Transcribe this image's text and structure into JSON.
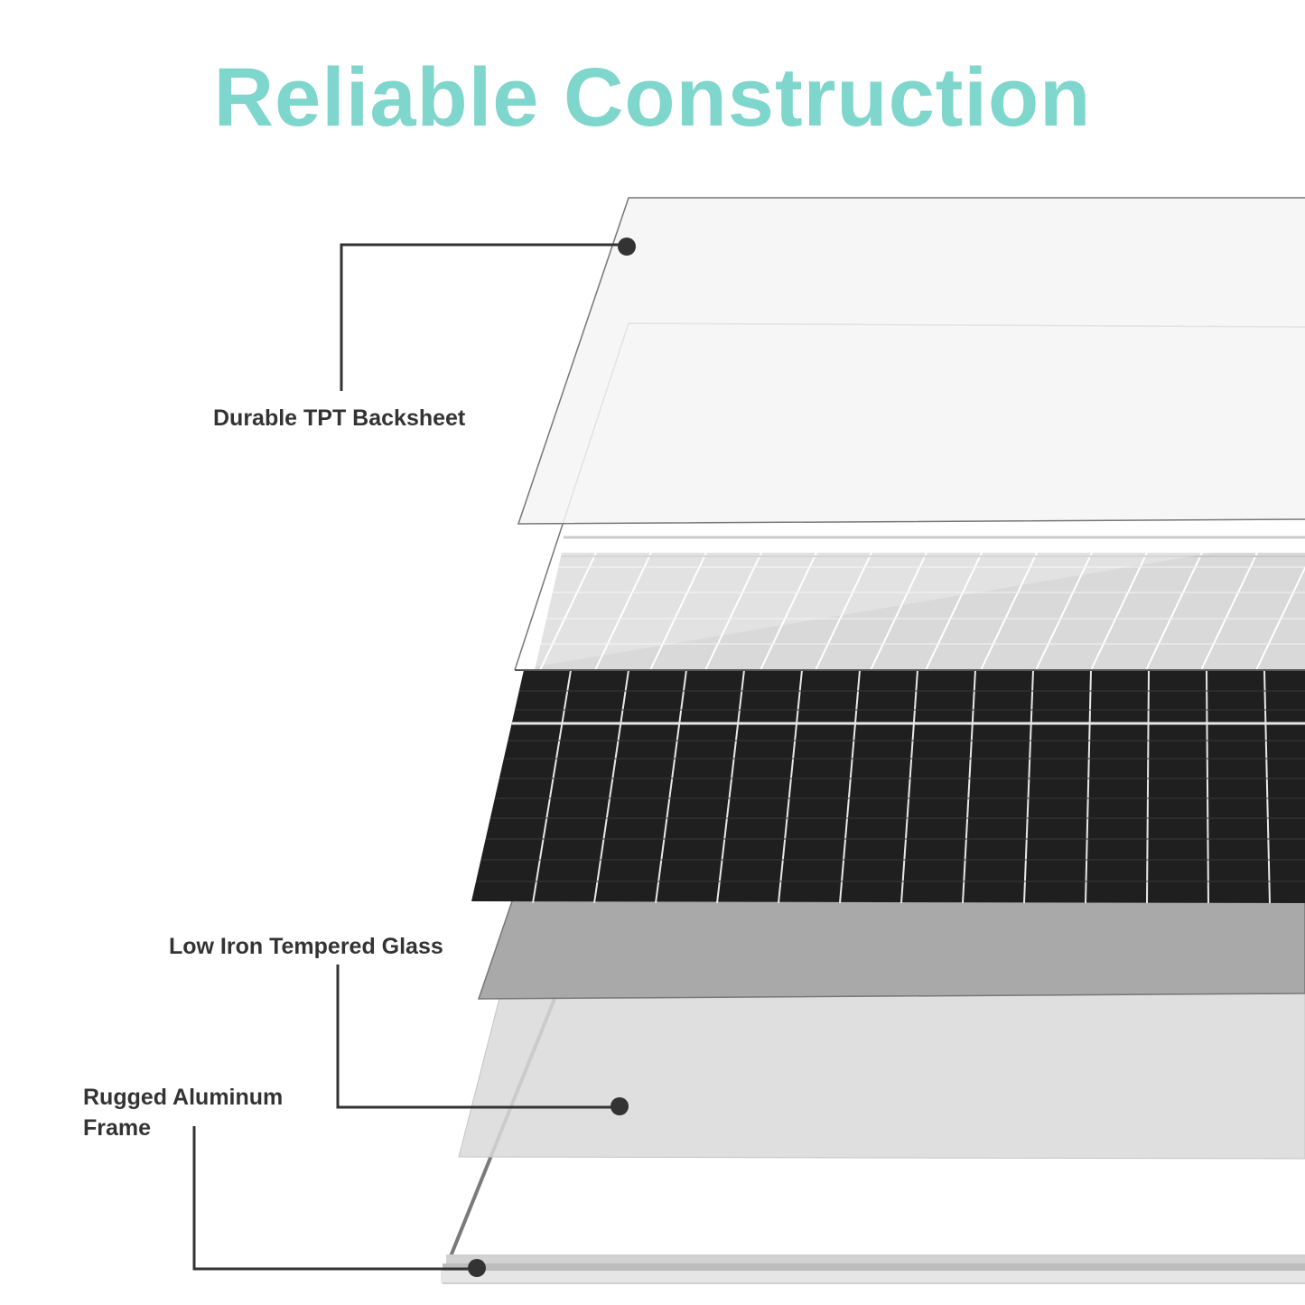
{
  "title": "Reliable Construction",
  "callouts": {
    "backsheet": "Durable TPT Backsheet",
    "glass": "Low Iron Tempered Glass",
    "frame_line1": "Rugged Aluminum",
    "frame_line2": "Frame"
  },
  "colors": {
    "title": "#7fd6cc",
    "label_text": "#333333",
    "leader_line": "#333333",
    "cell_dark": "#1f1f1f",
    "cell_light": "#d9d9d9"
  }
}
